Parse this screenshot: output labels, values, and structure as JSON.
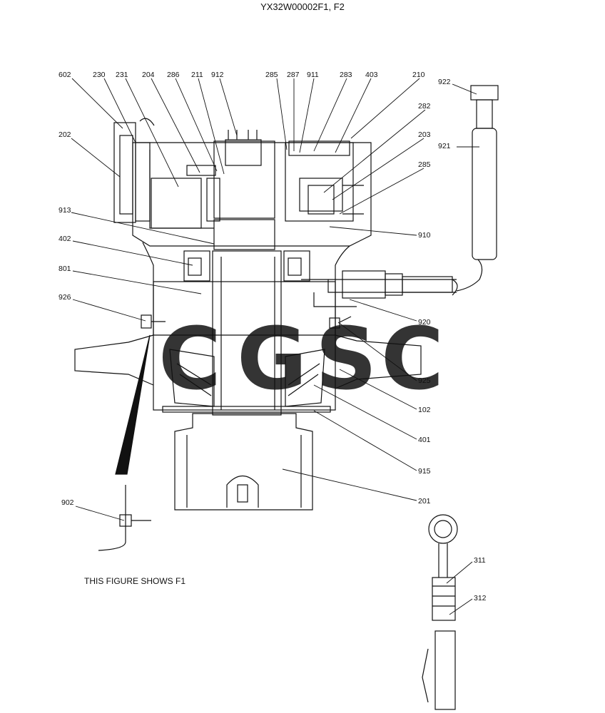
{
  "title": "YX32W00002F1, F2",
  "note": "THIS FIGURE SHOWS  F1",
  "watermark": {
    "letters": [
      {
        "char": "C",
        "color": "#4f8ff7"
      },
      {
        "char": "G",
        "color": "#f47c70"
      },
      {
        "char": "S",
        "color": "#f7c948"
      },
      {
        "char": "C",
        "color": "#3fae7a"
      }
    ]
  },
  "callouts": [
    {
      "id": "602",
      "label": "602"
    },
    {
      "id": "230",
      "label": "230"
    },
    {
      "id": "231",
      "label": "231"
    },
    {
      "id": "204",
      "label": "204"
    },
    {
      "id": "286",
      "label": "286"
    },
    {
      "id": "211",
      "label": "211"
    },
    {
      "id": "912",
      "label": "912"
    },
    {
      "id": "285a",
      "label": "285"
    },
    {
      "id": "287",
      "label": "287"
    },
    {
      "id": "911",
      "label": "911"
    },
    {
      "id": "283",
      "label": "283"
    },
    {
      "id": "403",
      "label": "403"
    },
    {
      "id": "210",
      "label": "210"
    },
    {
      "id": "922",
      "label": "922"
    },
    {
      "id": "282",
      "label": "282"
    },
    {
      "id": "203",
      "label": "203"
    },
    {
      "id": "285b",
      "label": "285"
    },
    {
      "id": "921",
      "label": "921"
    },
    {
      "id": "202",
      "label": "202"
    },
    {
      "id": "913",
      "label": "913"
    },
    {
      "id": "910",
      "label": "910"
    },
    {
      "id": "402",
      "label": "402"
    },
    {
      "id": "801",
      "label": "801"
    },
    {
      "id": "926",
      "label": "926"
    },
    {
      "id": "920",
      "label": "920"
    },
    {
      "id": "925",
      "label": "925"
    },
    {
      "id": "102",
      "label": "102"
    },
    {
      "id": "401",
      "label": "401"
    },
    {
      "id": "915",
      "label": "915"
    },
    {
      "id": "201",
      "label": "201"
    },
    {
      "id": "902",
      "label": "902"
    },
    {
      "id": "311",
      "label": "311"
    },
    {
      "id": "312",
      "label": "312"
    }
  ]
}
